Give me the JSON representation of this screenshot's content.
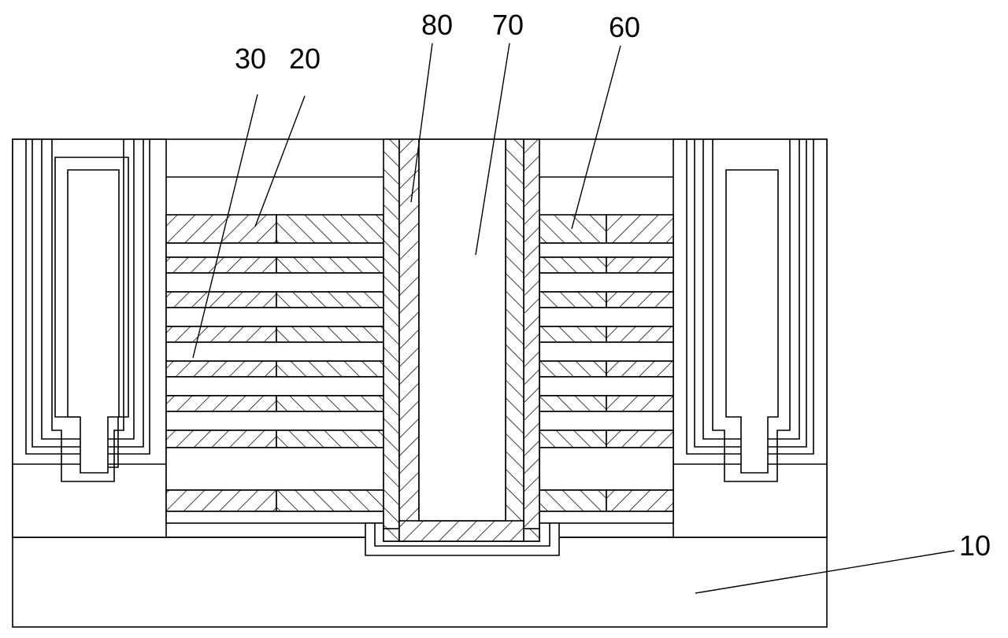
{
  "figure": {
    "labels": {
      "l10": "10",
      "l20": "20",
      "l30": "30",
      "l60": "60",
      "l70": "70",
      "l80": "80"
    }
  }
}
